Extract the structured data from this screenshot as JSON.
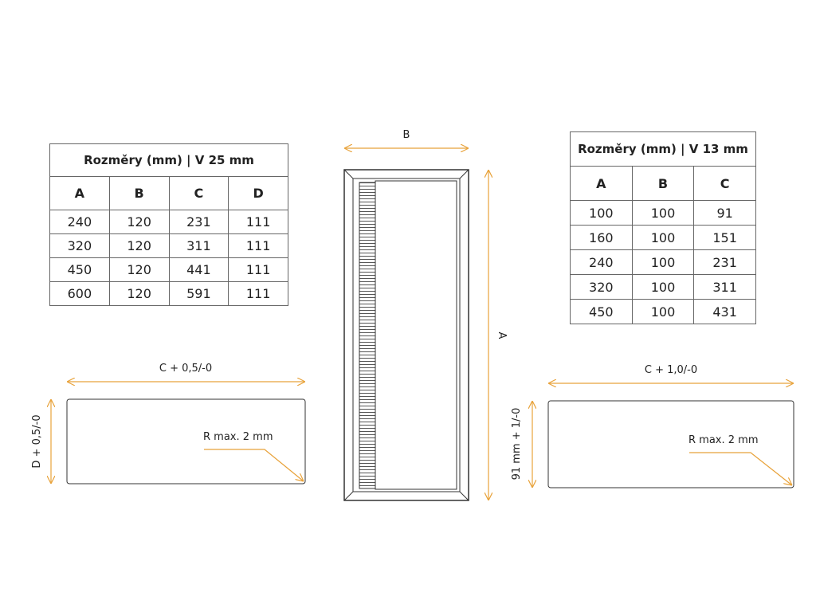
{
  "colors": {
    "dimension_line": "#e8a23a",
    "outline": "#333333",
    "table_border": "#666666"
  },
  "table_v25": {
    "title": "Rozměry (mm) | V 25 mm",
    "headers": [
      "A",
      "B",
      "C",
      "D"
    ],
    "rows": [
      [
        "240",
        "120",
        "231",
        "111"
      ],
      [
        "320",
        "120",
        "311",
        "111"
      ],
      [
        "450",
        "120",
        "441",
        "111"
      ],
      [
        "600",
        "120",
        "591",
        "111"
      ]
    ]
  },
  "table_v13": {
    "title": "Rozměry (mm) | V 13 mm",
    "headers": [
      "A",
      "B",
      "C"
    ],
    "rows": [
      [
        "100",
        "100",
        "91"
      ],
      [
        "160",
        "100",
        "151"
      ],
      [
        "240",
        "100",
        "231"
      ],
      [
        "320",
        "100",
        "311"
      ],
      [
        "450",
        "100",
        "431"
      ]
    ]
  },
  "front_view": {
    "width_label": "B",
    "height_label": "A"
  },
  "cutout_left": {
    "width_label": "C + 0,5/-0",
    "height_label": "D + 0,5/-0",
    "radius_label": "R max. 2 mm"
  },
  "cutout_right": {
    "width_label": "C + 1,0/-0",
    "height_label": "91 mm + 1/-0",
    "radius_label": "R max. 2 mm"
  }
}
